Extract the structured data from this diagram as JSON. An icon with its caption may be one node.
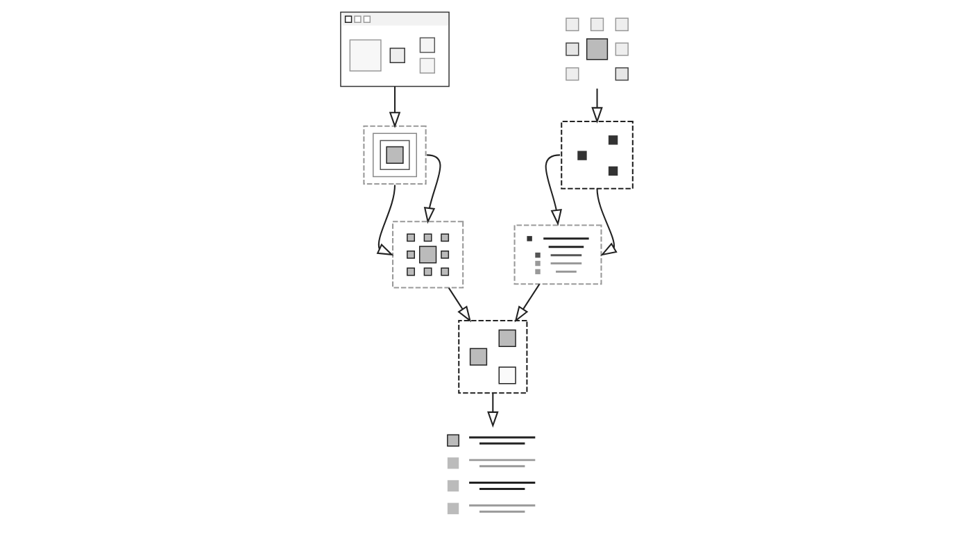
{
  "diagram": {
    "nodes": [
      {
        "text": [],
        "shape": "picture"
      },
      {
        "text": [],
        "shape": "picture"
      },
      {
        "text": [],
        "shape": "picture"
      },
      {
        "text": [],
        "shape": "picture"
      },
      {
        "text": [],
        "shape": "picture"
      },
      {
        "text": [],
        "shape": "picture"
      },
      {
        "text": [],
        "shape": "picture"
      },
      {
        "text": [],
        "shape": "picture"
      }
    ],
    "edges": [
      {
        "from": 0,
        "to": 1,
        "arrow": "to"
      },
      {
        "from": 1,
        "to": 2,
        "arrow": "to"
      },
      {
        "from": 1,
        "to": 2,
        "arrow": "to"
      },
      {
        "from": 3,
        "to": 4,
        "arrow": "to"
      },
      {
        "from": 4,
        "to": 5,
        "arrow": "to"
      },
      {
        "from": 4,
        "to": 5,
        "arrow": "to"
      },
      {
        "from": 2,
        "to": 6,
        "arrow": "to"
      },
      {
        "from": 5,
        "to": 6,
        "arrow": "to"
      },
      {
        "from": 6,
        "to": 7,
        "arrow": "to"
      }
    ]
  }
}
